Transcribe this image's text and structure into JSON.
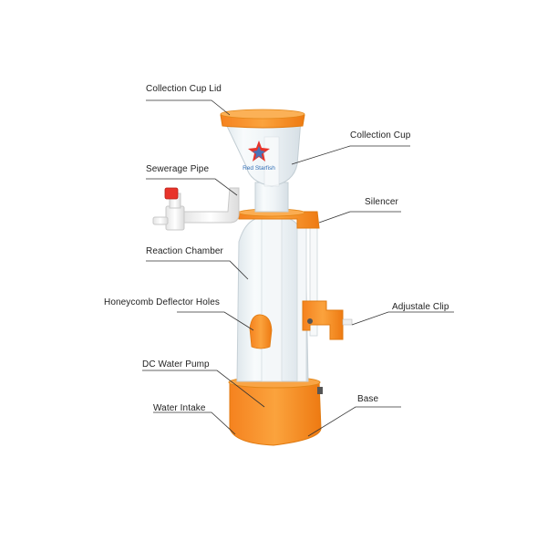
{
  "labels": {
    "collection_cup_lid": "Collection Cup Lid",
    "collection_cup": "Collection Cup",
    "sewerage_pipe": "Sewerage Pipe",
    "silencer": "Silencer",
    "reaction_chamber": "Reaction Chamber",
    "honeycomb_deflector_holes": "Honeycomb Deflector Holes",
    "adjustable_clip": "Adjustale Clip",
    "dc_water_pump": "DC Water Pump",
    "base": "Base",
    "water_intake": "Water Intake"
  },
  "logo": {
    "text": "Red Starfish"
  },
  "colors": {
    "orange": "#f7941d",
    "orange_dark": "#e07a10",
    "clear_body": "#eef3f6",
    "pipe_white": "#f4f4f4",
    "red_cap": "#e8332a",
    "leader_line": "#333333"
  }
}
